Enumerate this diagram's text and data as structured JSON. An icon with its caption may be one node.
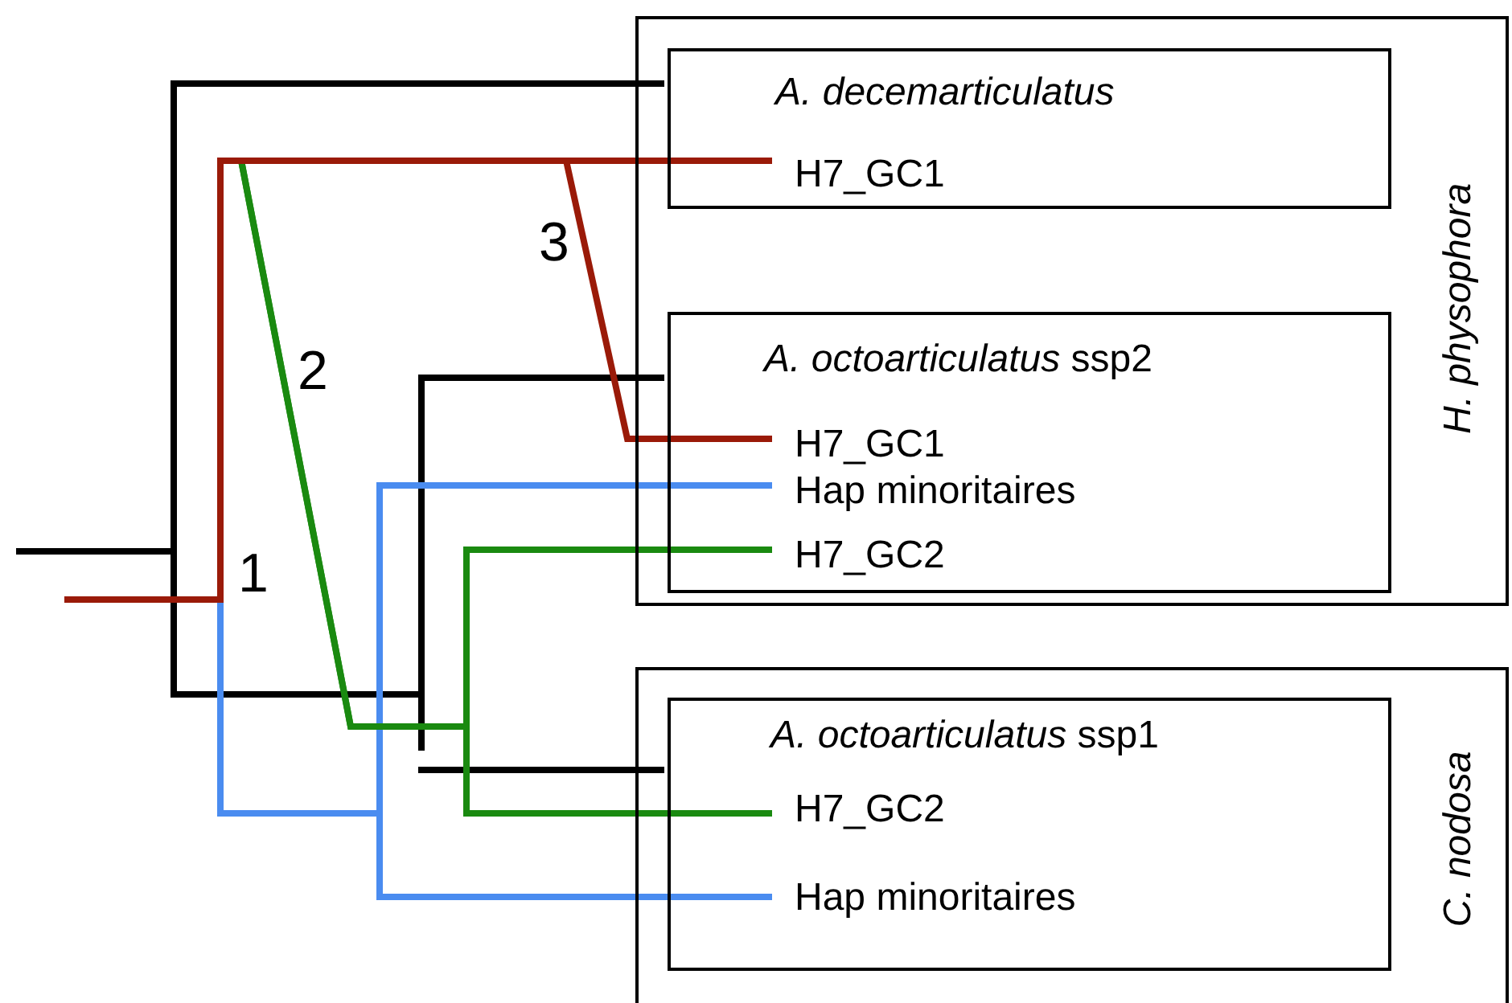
{
  "diagram": {
    "nodes": [
      {
        "text": [
          "H. physophora"
        ]
      },
      {
        "text": [
          "A. decemarticulatus"
        ],
        "in": 0
      },
      {
        "text": [
          "H7_GC1"
        ],
        "in": 1
      },
      {
        "text": [
          "*A. octoarticulatus* ssp2"
        ],
        "in": 0
      },
      {
        "text": [
          "H7_GC1"
        ],
        "in": 3
      },
      {
        "text": [
          "Hap minoritaires"
        ],
        "in": 3
      },
      {
        "text": [
          "H7_GC2"
        ],
        "in": 3
      },
      {
        "text": [
          "C. nodosa"
        ]
      },
      {
        "text": [
          "*A. octoarticulatus* ssp1"
        ],
        "in": 7
      },
      {
        "text": [
          "H7_GC2"
        ],
        "in": 8
      },
      {
        "text": [
          "Hap minoritaires"
        ],
        "in": 8
      }
    ],
    "edges": [
      {
        "from": null,
        "to": 1,
        "arrow": "none",
        "color": "#000000"
      },
      {
        "from": null,
        "to": 3,
        "arrow": "none",
        "color": "#000000"
      },
      {
        "from": null,
        "to": 8,
        "arrow": "none",
        "color": "#000000"
      },
      {
        "from": null,
        "to": 5,
        "arrow": "none",
        "color": "#4a8cf0"
      },
      {
        "from": null,
        "to": 10,
        "arrow": "none",
        "color": "#4a8cf0"
      },
      {
        "from": null,
        "to": 6,
        "arrow": "none",
        "color": "#1a8a10"
      },
      {
        "from": null,
        "to": 9,
        "arrow": "none",
        "color": "#1a8a10"
      },
      {
        "from": null,
        "to": 2,
        "arrow": "none",
        "color": "#9a1a08"
      },
      {
        "from": null,
        "to": 4,
        "arrow": "none",
        "color": "#9a1a08"
      }
    ],
    "labels": [
      "3",
      "2",
      "1"
    ]
  }
}
